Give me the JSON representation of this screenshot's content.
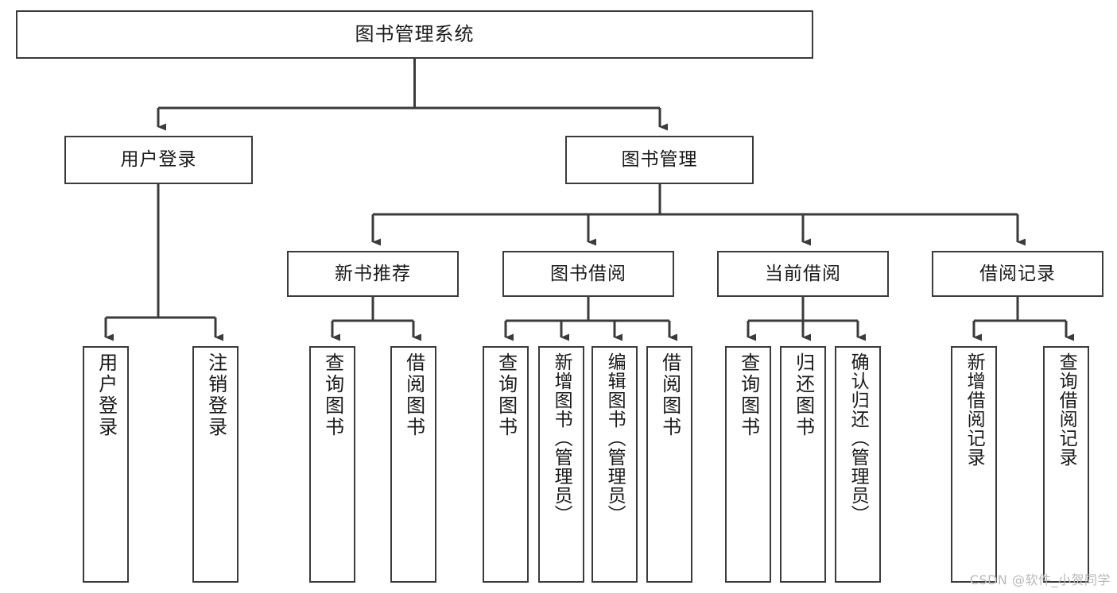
{
  "diagram": {
    "title": "图书管理系统",
    "type": "tree",
    "orientation": "top-down",
    "colors": {
      "box_border": "#3b3b3b",
      "box_fill": "#ffffff",
      "edge": "#3b3b3b",
      "text": "#1a1a1a",
      "watermark": "#b9b9b9",
      "background": "#ffffff"
    },
    "watermark": "CSDN @软件_小贺同学",
    "nodes": {
      "root": {
        "label": "图书管理系统"
      },
      "level2": [
        {
          "id": "user-login",
          "label": "用户登录"
        },
        {
          "id": "book-manage",
          "label": "图书管理"
        }
      ],
      "level3": [
        {
          "id": "new-book-recommend",
          "label": "新书推荐"
        },
        {
          "id": "book-borrow",
          "label": "图书借阅"
        },
        {
          "id": "current-borrow",
          "label": "当前借阅"
        },
        {
          "id": "borrow-record",
          "label": "借阅记录"
        }
      ],
      "leaves": {
        "user-login": [
          {
            "id": "leaf-user-login",
            "label": "用户登录"
          },
          {
            "id": "leaf-logout",
            "label": "注销登录"
          }
        ],
        "new-book-recommend": [
          {
            "id": "leaf-query-book-1",
            "label": "查询图书"
          },
          {
            "id": "leaf-borrow-book-1",
            "label": "借阅图书"
          }
        ],
        "book-borrow": [
          {
            "id": "leaf-query-book-2",
            "label": "查询图书"
          },
          {
            "id": "leaf-add-book",
            "label": "新增图书（管理员）"
          },
          {
            "id": "leaf-edit-book",
            "label": "编辑图书（管理员）"
          },
          {
            "id": "leaf-borrow-book-2",
            "label": "借阅图书"
          }
        ],
        "current-borrow": [
          {
            "id": "leaf-query-book-3",
            "label": "查询图书"
          },
          {
            "id": "leaf-return-book",
            "label": "归还图书"
          },
          {
            "id": "leaf-confirm-return",
            "label": "确认归还（管理员）"
          }
        ],
        "borrow-record": [
          {
            "id": "leaf-add-record",
            "label": "新增借阅记录"
          },
          {
            "id": "leaf-query-record",
            "label": "查询借阅记录"
          }
        ]
      }
    }
  }
}
